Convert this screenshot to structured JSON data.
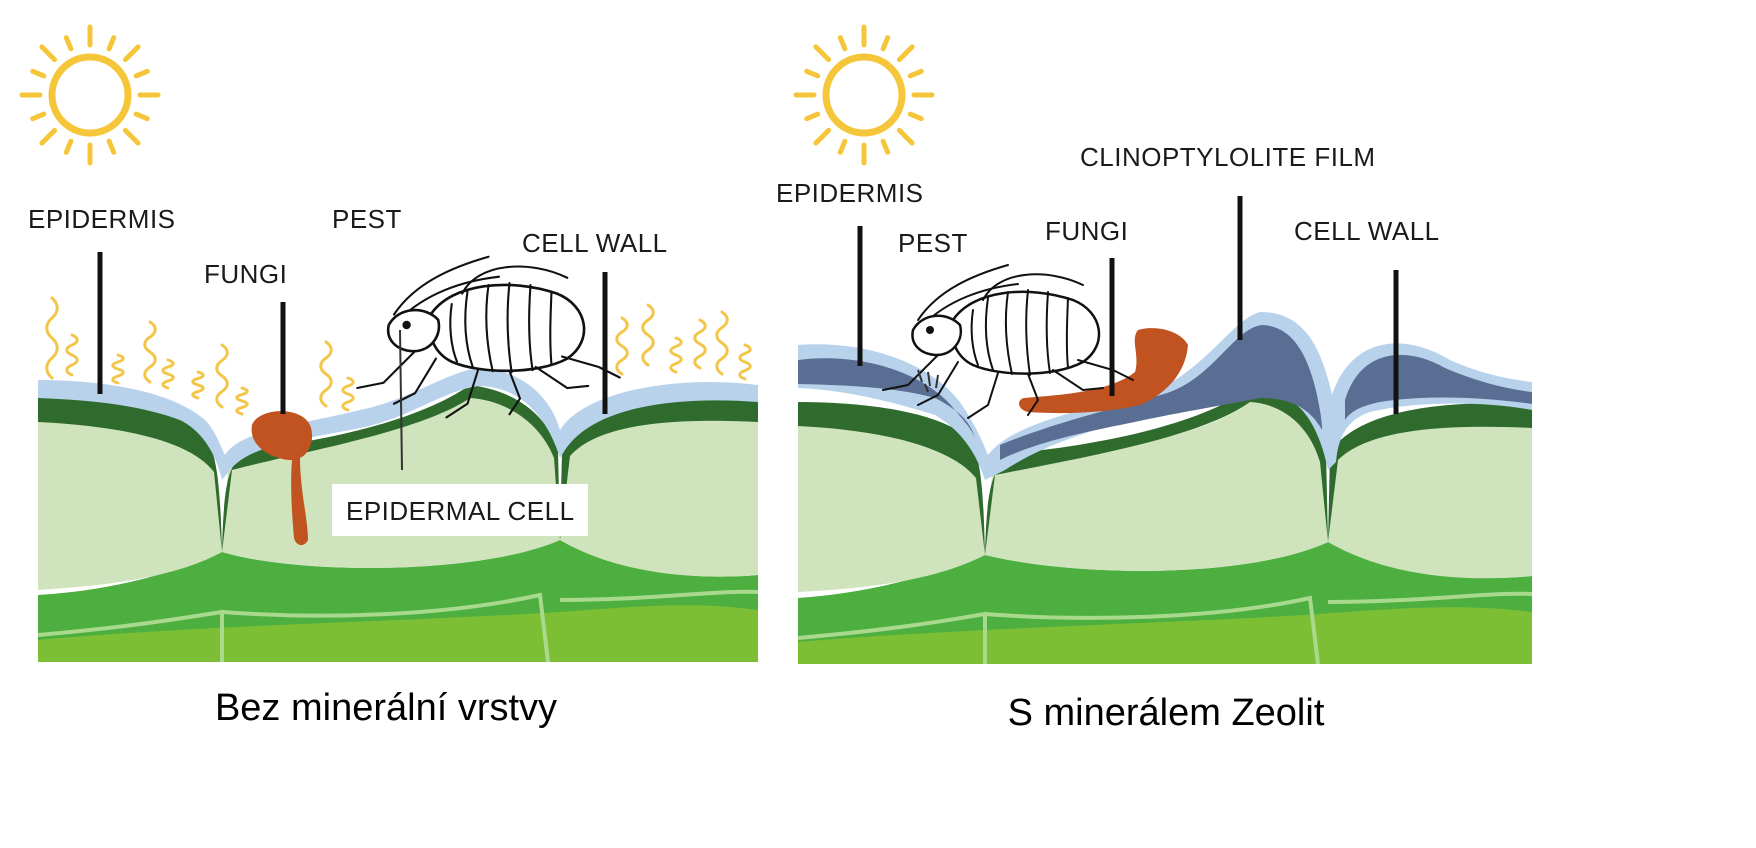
{
  "colors": {
    "sun": "#f6c63a",
    "heat": "#f3c64a",
    "epidermis_cuticle": "#b8d2ec",
    "zeolite_film": "#5a6d92",
    "green_dark": "#2f6b2d",
    "green_pale": "#cfe3bd",
    "green_mid": "#4caf3f",
    "green_lower": "#7cbf34",
    "green_vein": "#a8d98c",
    "fungi": "#c0531f"
  },
  "left_panel": {
    "labels": {
      "epidermis": "EPIDERMIS",
      "fungi": "FUNGI",
      "pest": "PEST",
      "cell_wall": "CELL WALL",
      "epidermal_cell": "EPIDERMAL CELL"
    },
    "caption": "Bez minerální vrstvy",
    "icons": [
      "sun-icon",
      "heat-waves-icon",
      "aphid-icon"
    ]
  },
  "right_panel": {
    "labels": {
      "epidermis": "EPIDERMIS",
      "pest": "PEST",
      "fungi": "FUNGI",
      "film": "CLINOPTYLOLITE FILM",
      "cell_wall": "CELL WALL"
    },
    "caption": "S minerálem Zeolit",
    "icons": [
      "sun-icon",
      "aphid-icon"
    ]
  }
}
